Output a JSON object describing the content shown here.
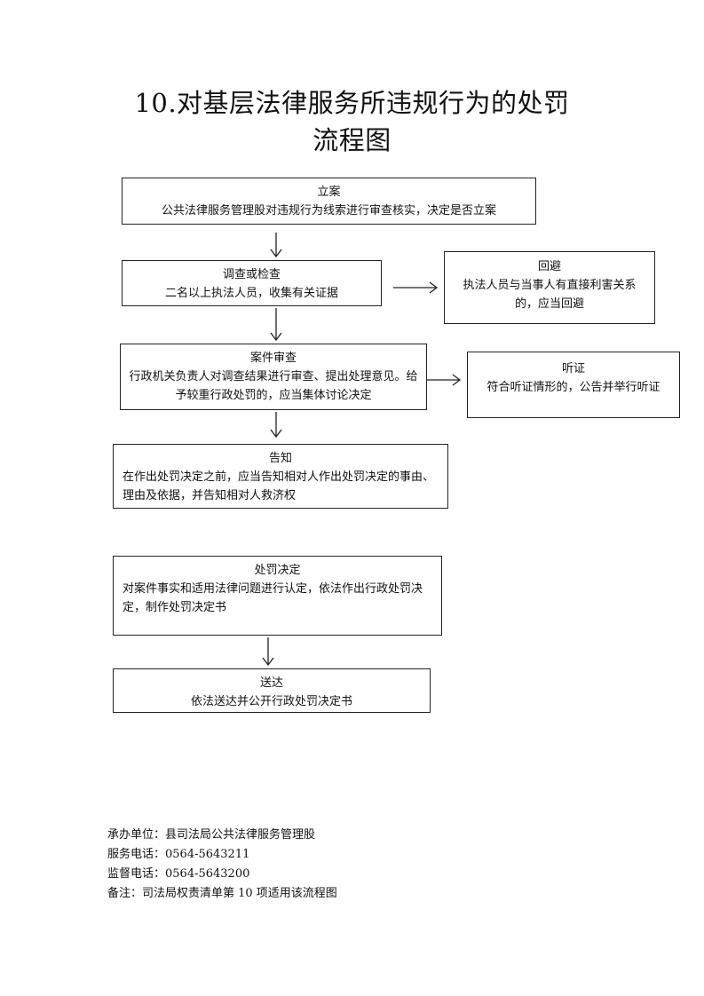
{
  "title": {
    "line1": "10.对基层法律服务所违规行为的处罚",
    "line2": "流程图"
  },
  "steps": {
    "lian": {
      "head": "立案",
      "body": "公共法律服务管理股对违规行为线索进行审查核实，决定是否立案"
    },
    "diaocha": {
      "head": "调查或检查",
      "body": "二名以上执法人员，收集有关证据"
    },
    "huibi": {
      "head": "回避",
      "body": "执法人员与当事人有直接利害关系的，应当回避"
    },
    "shencha": {
      "head": "案件审查",
      "body": "行政机关负责人对调查结果进行审查、提出处理意见。给予较重行政处罚的，应当集体讨论决定"
    },
    "tingzheng": {
      "head": "听证",
      "body": "符合听证情形的，公告并举行听证"
    },
    "gaozhi": {
      "head": "告知",
      "body": "在作出处罚决定之前，应当告知相对人作出处罚决定的事由、理由及依据，并告知相对人救济权"
    },
    "jueding": {
      "head": "处罚决定",
      "body": "对案件事实和适用法律问题进行认定，依法作出行政处罚决定，制作处罚决定书"
    },
    "songda": {
      "head": "送达",
      "body": "依法送达并公开行政处罚决定书"
    }
  },
  "footer": {
    "unit": "承办单位：县司法局公共法律服务管理股",
    "service_phone": "服务电话：0564-5643211",
    "supervise_phone": "监督电话：0564-5643200",
    "note": "备注：司法局权责清单第 10 项适用该流程图"
  }
}
